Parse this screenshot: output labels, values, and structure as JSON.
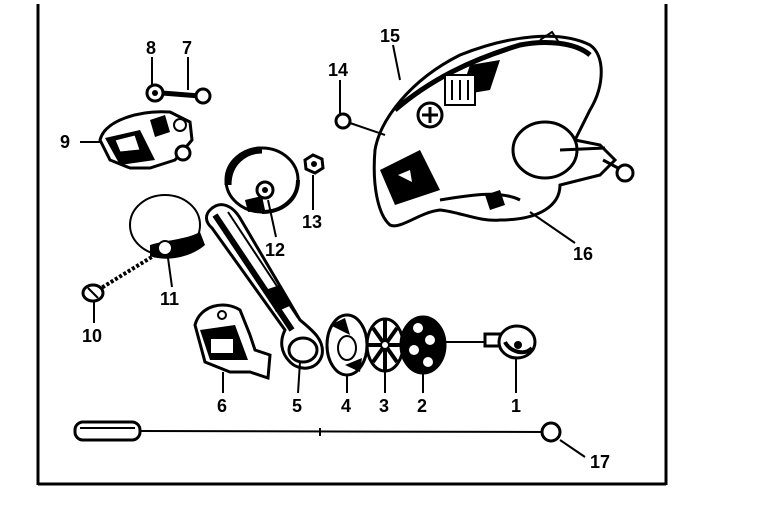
{
  "diagram": {
    "labels": [
      "1",
      "2",
      "3",
      "4",
      "5",
      "6",
      "7",
      "8",
      "9",
      "10",
      "11",
      "12",
      "13",
      "14",
      "15",
      "16",
      "17"
    ]
  },
  "colors": {
    "ink": "#000000",
    "paper": "#ffffff"
  }
}
